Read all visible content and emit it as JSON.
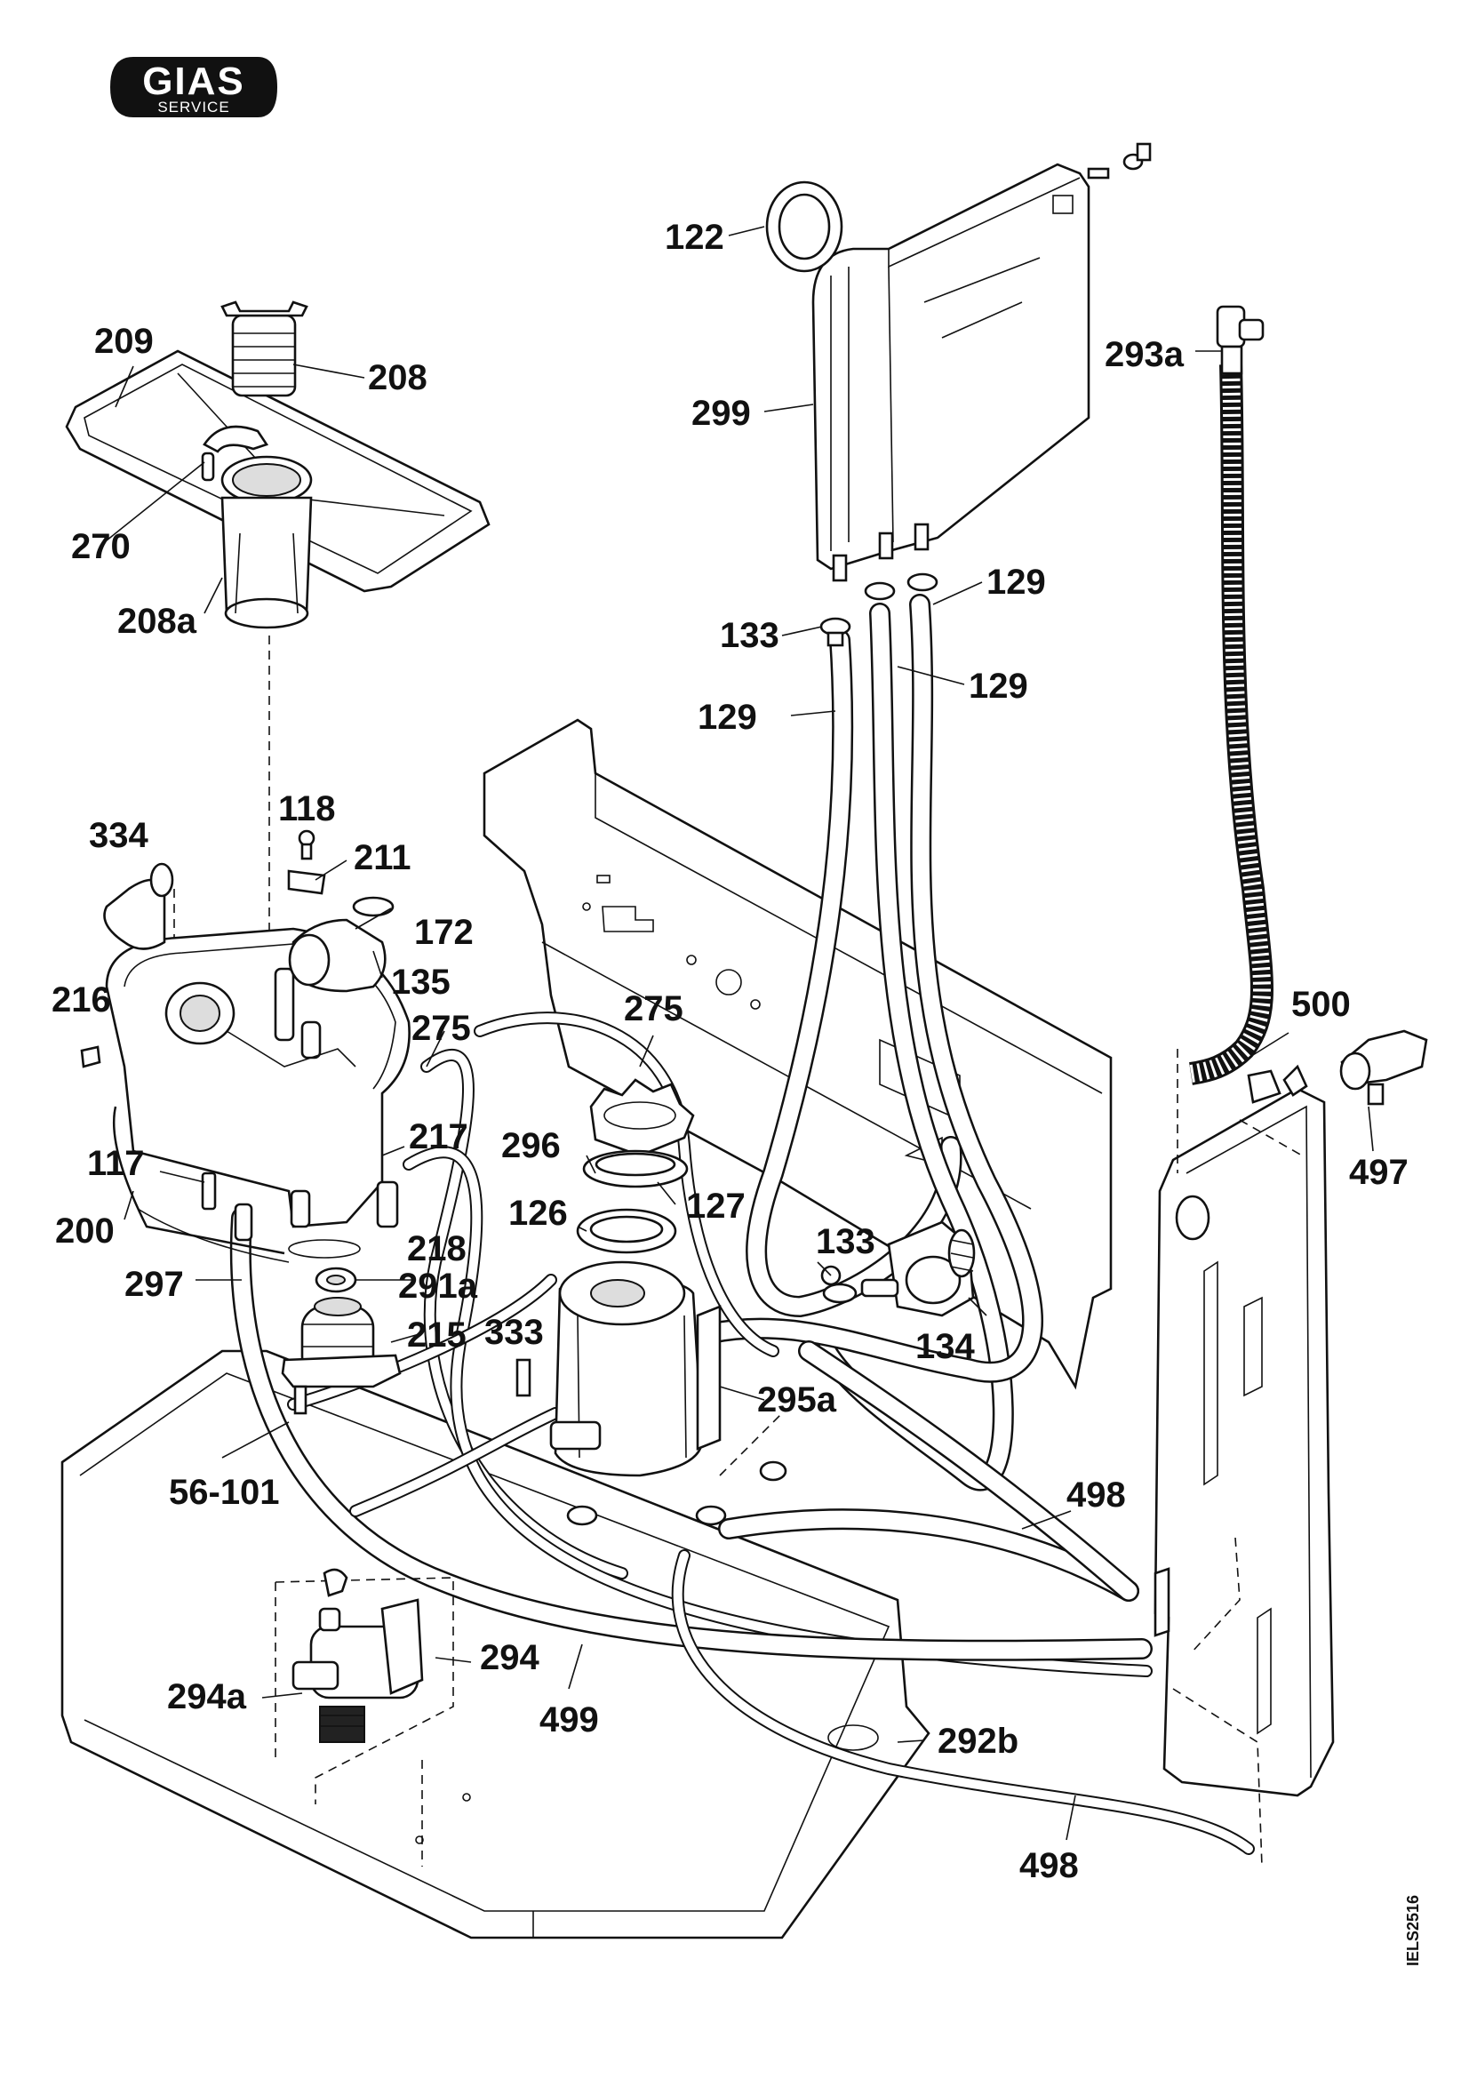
{
  "logo": {
    "main": "GIAS",
    "sub": "SERVICE"
  },
  "document_code": "IELS2516",
  "labels": [
    {
      "id": "122",
      "text": "122"
    },
    {
      "id": "209",
      "text": "209"
    },
    {
      "id": "208",
      "text": "208"
    },
    {
      "id": "293a",
      "text": "293a"
    },
    {
      "id": "299",
      "text": "299"
    },
    {
      "id": "270",
      "text": "270"
    },
    {
      "id": "208a",
      "text": "208a"
    },
    {
      "id": "129a",
      "text": "129"
    },
    {
      "id": "133a",
      "text": "133"
    },
    {
      "id": "129b",
      "text": "129"
    },
    {
      "id": "129c",
      "text": "129"
    },
    {
      "id": "118",
      "text": "118"
    },
    {
      "id": "334",
      "text": "334"
    },
    {
      "id": "211",
      "text": "211"
    },
    {
      "id": "172",
      "text": "172"
    },
    {
      "id": "135",
      "text": "135"
    },
    {
      "id": "216",
      "text": "216"
    },
    {
      "id": "275a",
      "text": "275"
    },
    {
      "id": "275b",
      "text": "275"
    },
    {
      "id": "500",
      "text": "500"
    },
    {
      "id": "217",
      "text": "217"
    },
    {
      "id": "296",
      "text": "296"
    },
    {
      "id": "497",
      "text": "497"
    },
    {
      "id": "117",
      "text": "117"
    },
    {
      "id": "127",
      "text": "127"
    },
    {
      "id": "126",
      "text": "126"
    },
    {
      "id": "200",
      "text": "200"
    },
    {
      "id": "218",
      "text": "218"
    },
    {
      "id": "133b",
      "text": "133"
    },
    {
      "id": "297",
      "text": "297"
    },
    {
      "id": "291a",
      "text": "291a"
    },
    {
      "id": "215",
      "text": "215"
    },
    {
      "id": "333",
      "text": "333"
    },
    {
      "id": "134",
      "text": "134"
    },
    {
      "id": "295a",
      "text": "295a"
    },
    {
      "id": "56-101",
      "text": "56-101"
    },
    {
      "id": "498a",
      "text": "498"
    },
    {
      "id": "294",
      "text": "294"
    },
    {
      "id": "294a",
      "text": "294a"
    },
    {
      "id": "499",
      "text": "499"
    },
    {
      "id": "292b",
      "text": "292b"
    },
    {
      "id": "498b",
      "text": "498"
    }
  ]
}
